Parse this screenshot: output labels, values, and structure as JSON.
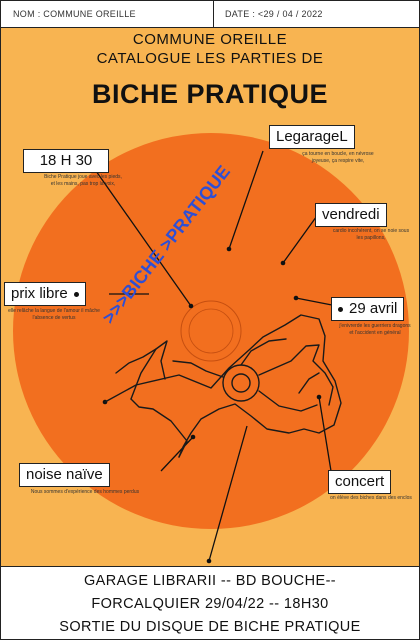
{
  "header": {
    "nom": "NOM : COMMUNE OREILLE",
    "date": "DATE : <29 / 04 / 2022"
  },
  "title": {
    "line1": "COMMUNE OREILLE",
    "line2": "CATALOGUE LES PARTIES DE",
    "line3": "BICHE PRATIQUE"
  },
  "logo_text": ">>>BICHE >PRATIQUE",
  "labels": {
    "legaragel": {
      "text": "LegarageL",
      "note": "ça tourne en boucle, en névrose joyeuse, ça respire vite,"
    },
    "time": {
      "text": "18 H 30",
      "note": "Biche Pratique joue avec les pieds, et les mains, pas trop la voix,"
    },
    "vendredi": {
      "text": "vendredi",
      "note": "cardio incohérent, on se noie sous les papillons,"
    },
    "prix": {
      "text": "prix libre",
      "note": "elle relâche la langue de l'amour il mâche l'absence de vertus"
    },
    "avril": {
      "text": "29 avril",
      "note": "j'enivrerde les guerriers dragons et l'accident en général"
    },
    "noise": {
      "text": "noise naïve",
      "note": "Nous sommes d'expérience des hommes perdus"
    },
    "concert": {
      "text": "concert",
      "note": "on élève des biches dans des enclos"
    }
  },
  "colors": {
    "background": "#f8b451",
    "disc": "#f26f1f",
    "logo": "#2d4fd6"
  },
  "footer": {
    "line1": "GARAGE LIBRARII -- BD BOUCHE--",
    "line2": "FORCALQUIER 29/04/22 -- 18H30",
    "line3": "SORTIE DU DISQUE DE BICHE PRATIQUE"
  }
}
